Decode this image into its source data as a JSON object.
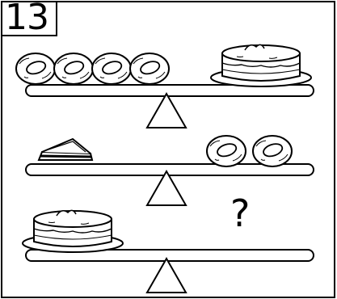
{
  "puzzle": {
    "number": "13",
    "question": "?"
  },
  "scales": [
    {
      "left": {
        "item": "donut",
        "count": 4
      },
      "right": {
        "item": "cake",
        "count": 1
      },
      "balanced": true
    },
    {
      "left": {
        "item": "sandwich",
        "count": 1
      },
      "right": {
        "item": "donut",
        "count": 2
      },
      "balanced": true
    },
    {
      "left": {
        "item": "cake",
        "count": 1
      },
      "right": {
        "item": "unknown",
        "count": 0
      },
      "balanced": true
    }
  ],
  "colors": {
    "stroke": "#000000",
    "background": "#ffffff"
  }
}
